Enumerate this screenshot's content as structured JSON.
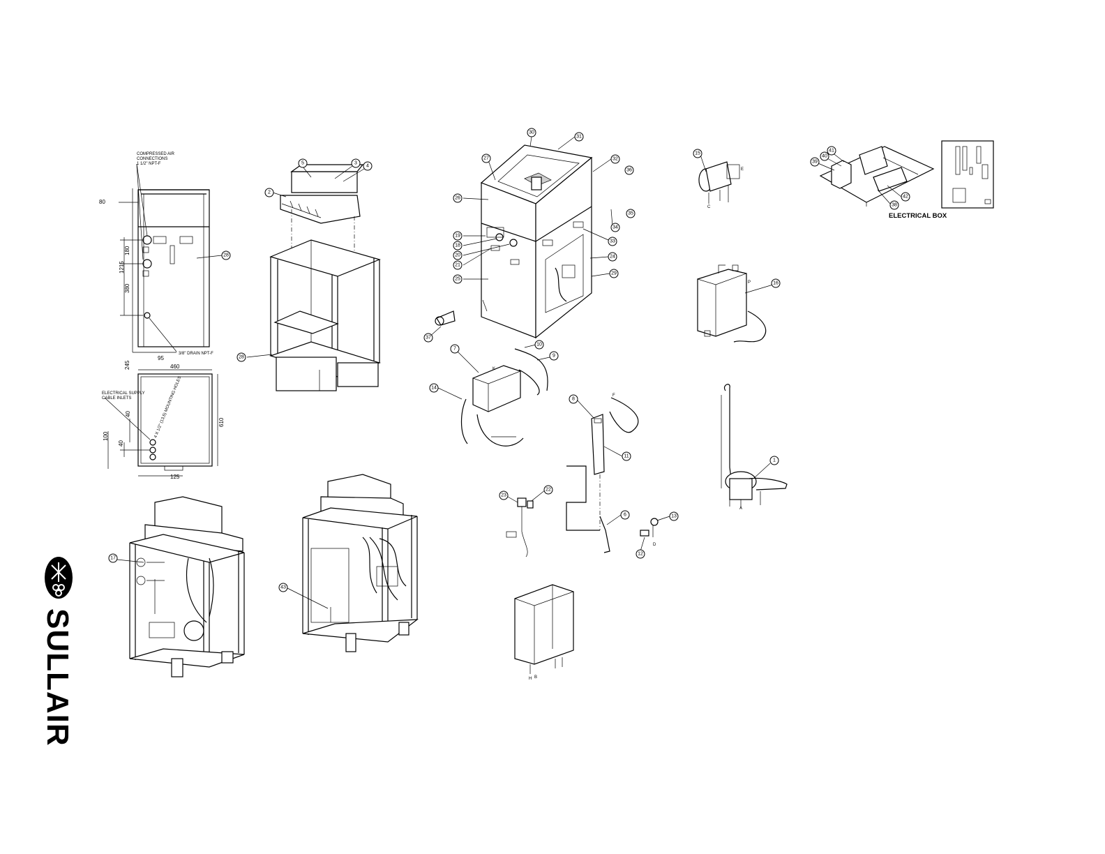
{
  "dimension_view": {
    "compressed_air_note_1": "COMPRESSED AIR",
    "compressed_air_note_2": "CONNECTIONS",
    "compressed_air_note_3": "1 1/2\" NPT-F",
    "drain_note": "3/8\" DRAIN NPT-F",
    "electrical_note_1": "ELECTRICAL SUPPLY",
    "electrical_note_2": "CABLE INLETS",
    "mounting_note": "4 X 1/2\" (13,5) MOUNTING HOLES",
    "dims": {
      "top": "80",
      "height": "1215",
      "a": "180",
      "b": "380",
      "c": "245",
      "d": "95",
      "width": "460",
      "depth": "610",
      "e": "40",
      "f": "40",
      "g": "100",
      "h": "125"
    }
  },
  "electrical_box_label": "ELECTRICAL BOX",
  "brand": "SULLAIR",
  "callouts": [
    {
      "num": "1"
    },
    {
      "num": "2"
    },
    {
      "num": "3"
    },
    {
      "num": "4"
    },
    {
      "num": "5"
    },
    {
      "num": "6"
    },
    {
      "num": "7"
    },
    {
      "num": "8"
    },
    {
      "num": "9"
    },
    {
      "num": "10"
    },
    {
      "num": "11"
    },
    {
      "num": "12"
    },
    {
      "num": "13"
    },
    {
      "num": "14"
    },
    {
      "num": "15"
    },
    {
      "num": "16"
    },
    {
      "num": "17"
    },
    {
      "num": "18"
    },
    {
      "num": "19"
    },
    {
      "num": "20"
    },
    {
      "num": "21"
    },
    {
      "num": "22"
    },
    {
      "num": "23"
    },
    {
      "num": "24"
    },
    {
      "num": "25"
    },
    {
      "num": "26"
    },
    {
      "num": "27"
    },
    {
      "num": "28"
    },
    {
      "num": "28"
    },
    {
      "num": "29"
    },
    {
      "num": "30"
    },
    {
      "num": "31"
    },
    {
      "num": "32"
    },
    {
      "num": "33"
    },
    {
      "num": "34"
    },
    {
      "num": "35"
    },
    {
      "num": "36"
    },
    {
      "num": "37"
    },
    {
      "num": "38"
    },
    {
      "num": "39"
    },
    {
      "num": "40"
    },
    {
      "num": "41"
    },
    {
      "num": "42"
    },
    {
      "num": "43"
    }
  ],
  "letter_marks": [
    "A",
    "B",
    "C",
    "D",
    "E",
    "F",
    "H",
    "K",
    "P"
  ]
}
